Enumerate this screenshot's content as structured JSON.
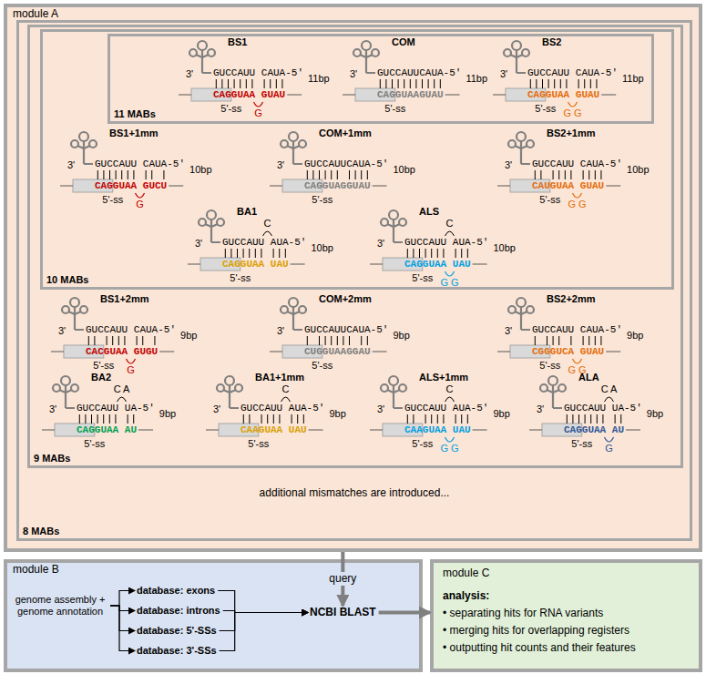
{
  "diagram": {
    "nodes": [
      {
        "text": [
          "module A"
        ]
      },
      {
        "text": [
          "8 MABs",
          "additional mismatches are introduced..."
        ],
        "in": 0
      },
      {
        "text": [
          "9 MABs"
        ],
        "in": 1
      },
      {
        "text": [
          "10 MABs"
        ],
        "in": 2
      },
      {
        "text": [
          "11 MABs"
        ],
        "in": 3
      },
      {
        "text": [
          "BS1",
          "3'",
          "GUCCAUU CAUA-5'",
          "CAGGUAA GUAU",
          "11bp",
          "5'-ss",
          "G"
        ],
        "in": 4
      },
      {
        "text": [
          "COM",
          "3'",
          "GUCCAUUCAUA-5'",
          "CAGGUAAGUAU",
          "11bp",
          "5'-ss"
        ],
        "in": 4
      },
      {
        "text": [
          "BS2",
          "3'",
          "GUCCAUU CAUA-5'",
          "CAGGUAA GUAU",
          "11bp",
          "5'-ss",
          "G G"
        ],
        "in": 4
      },
      {
        "text": [
          "BS1+1mm",
          "3'",
          "GUCCAUU CAUA-5'",
          "CAGGUAA GUCU",
          "10bp",
          "5'-ss",
          "G"
        ],
        "in": 3
      },
      {
        "text": [
          "COM+1mm",
          "3'",
          "GUCCAUUCAUA-5'",
          "CAGGUAGGUAU",
          "10bp",
          "5'-ss"
        ],
        "in": 3
      },
      {
        "text": [
          "BS2+1mm",
          "3'",
          "GUCCAUU CAUA-5'",
          "CAUGUAA GUAU",
          "10bp",
          "5'-ss",
          "G G"
        ],
        "in": 3
      },
      {
        "text": [
          "BA1",
          "3'",
          "GUCCAUU AUA-5'",
          "CAGGUAA UAU",
          "10bp",
          "5'-ss",
          "C"
        ],
        "in": 3
      },
      {
        "text": [
          "ALS",
          "3'",
          "GUCCAUU AUA-5'",
          "CAGGUAA UAU",
          "10bp",
          "5'-ss",
          "C",
          "G G"
        ],
        "in": 3
      },
      {
        "text": [
          "BS1+2mm",
          "3'",
          "GUCCAUU CAUA-5'",
          "CACGUAA GUGU",
          "9bp",
          "5'-ss",
          "G"
        ],
        "in": 2
      },
      {
        "text": [
          "COM+2mm",
          "3'",
          "GUCCAUUCAUA-5'",
          "CUGGUAAGGAU",
          "9bp",
          "5'-ss"
        ],
        "in": 2
      },
      {
        "text": [
          "BS2+2mm",
          "3'",
          "GUCCAUU CAUA-5'",
          "CGGGUCA GUAU",
          "9bp",
          "5'-ss",
          "G G"
        ],
        "in": 2
      },
      {
        "text": [
          "BA2",
          "3'",
          "GUCCAUU UA-5'",
          "CAGGUAA AU",
          "9bp",
          "5'-ss",
          "C A"
        ],
        "in": 2
      },
      {
        "text": [
          "BA1+1mm",
          "3'",
          "GUCCAUU AUA-5'",
          "CAAGUAA UAU",
          "9bp",
          "5'-ss",
          "C"
        ],
        "in": 2
      },
      {
        "text": [
          "ALS+1mm",
          "3'",
          "GUCCAUU AUA-5'",
          "CAAGUAA UAU",
          "9bp",
          "5'-ss",
          "C",
          "G G"
        ],
        "in": 2
      },
      {
        "text": [
          "ALA",
          "3'",
          "GUCCAUU UA-5'",
          "CAGGUAA AU",
          "9bp",
          "5'-ss",
          "C A",
          "G"
        ],
        "in": 2
      },
      {
        "text": [
          "module B"
        ]
      },
      {
        "text": [
          "genome assembly + genome annotation"
        ],
        "in": 20
      },
      {
        "text": [
          "database: exons"
        ],
        "in": 20
      },
      {
        "text": [
          "database: introns"
        ],
        "in": 20
      },
      {
        "text": [
          "database: 5'-SSs"
        ],
        "in": 20
      },
      {
        "text": [
          "database: 3'-SSs"
        ],
        "in": 20
      },
      {
        "text": [
          "NCBI BLAST"
        ],
        "in": 20
      },
      {
        "text": [
          "module C",
          "analysis:",
          "• separating hits for RNA variants",
          "• merging hits for overlapping registers",
          "• outputting hit counts and their features"
        ]
      }
    ],
    "edges": [
      {
        "from": 0,
        "to": 26,
        "arrow": "to",
        "label": "query"
      },
      {
        "from": 21,
        "to": 22,
        "arrow": "to"
      },
      {
        "from": 21,
        "to": 23,
        "arrow": "to"
      },
      {
        "from": 21,
        "to": 24,
        "arrow": "to"
      },
      {
        "from": 21,
        "to": 25,
        "arrow": "to"
      },
      {
        "from": 22,
        "to": 26,
        "arrow": "to"
      },
      {
        "from": 23,
        "to": 26,
        "arrow": "to"
      },
      {
        "from": 24,
        "to": 26,
        "arrow": "to"
      },
      {
        "from": 25,
        "to": 26,
        "arrow": "to"
      },
      {
        "from": 26,
        "to": 27,
        "arrow": "to"
      }
    ]
  }
}
